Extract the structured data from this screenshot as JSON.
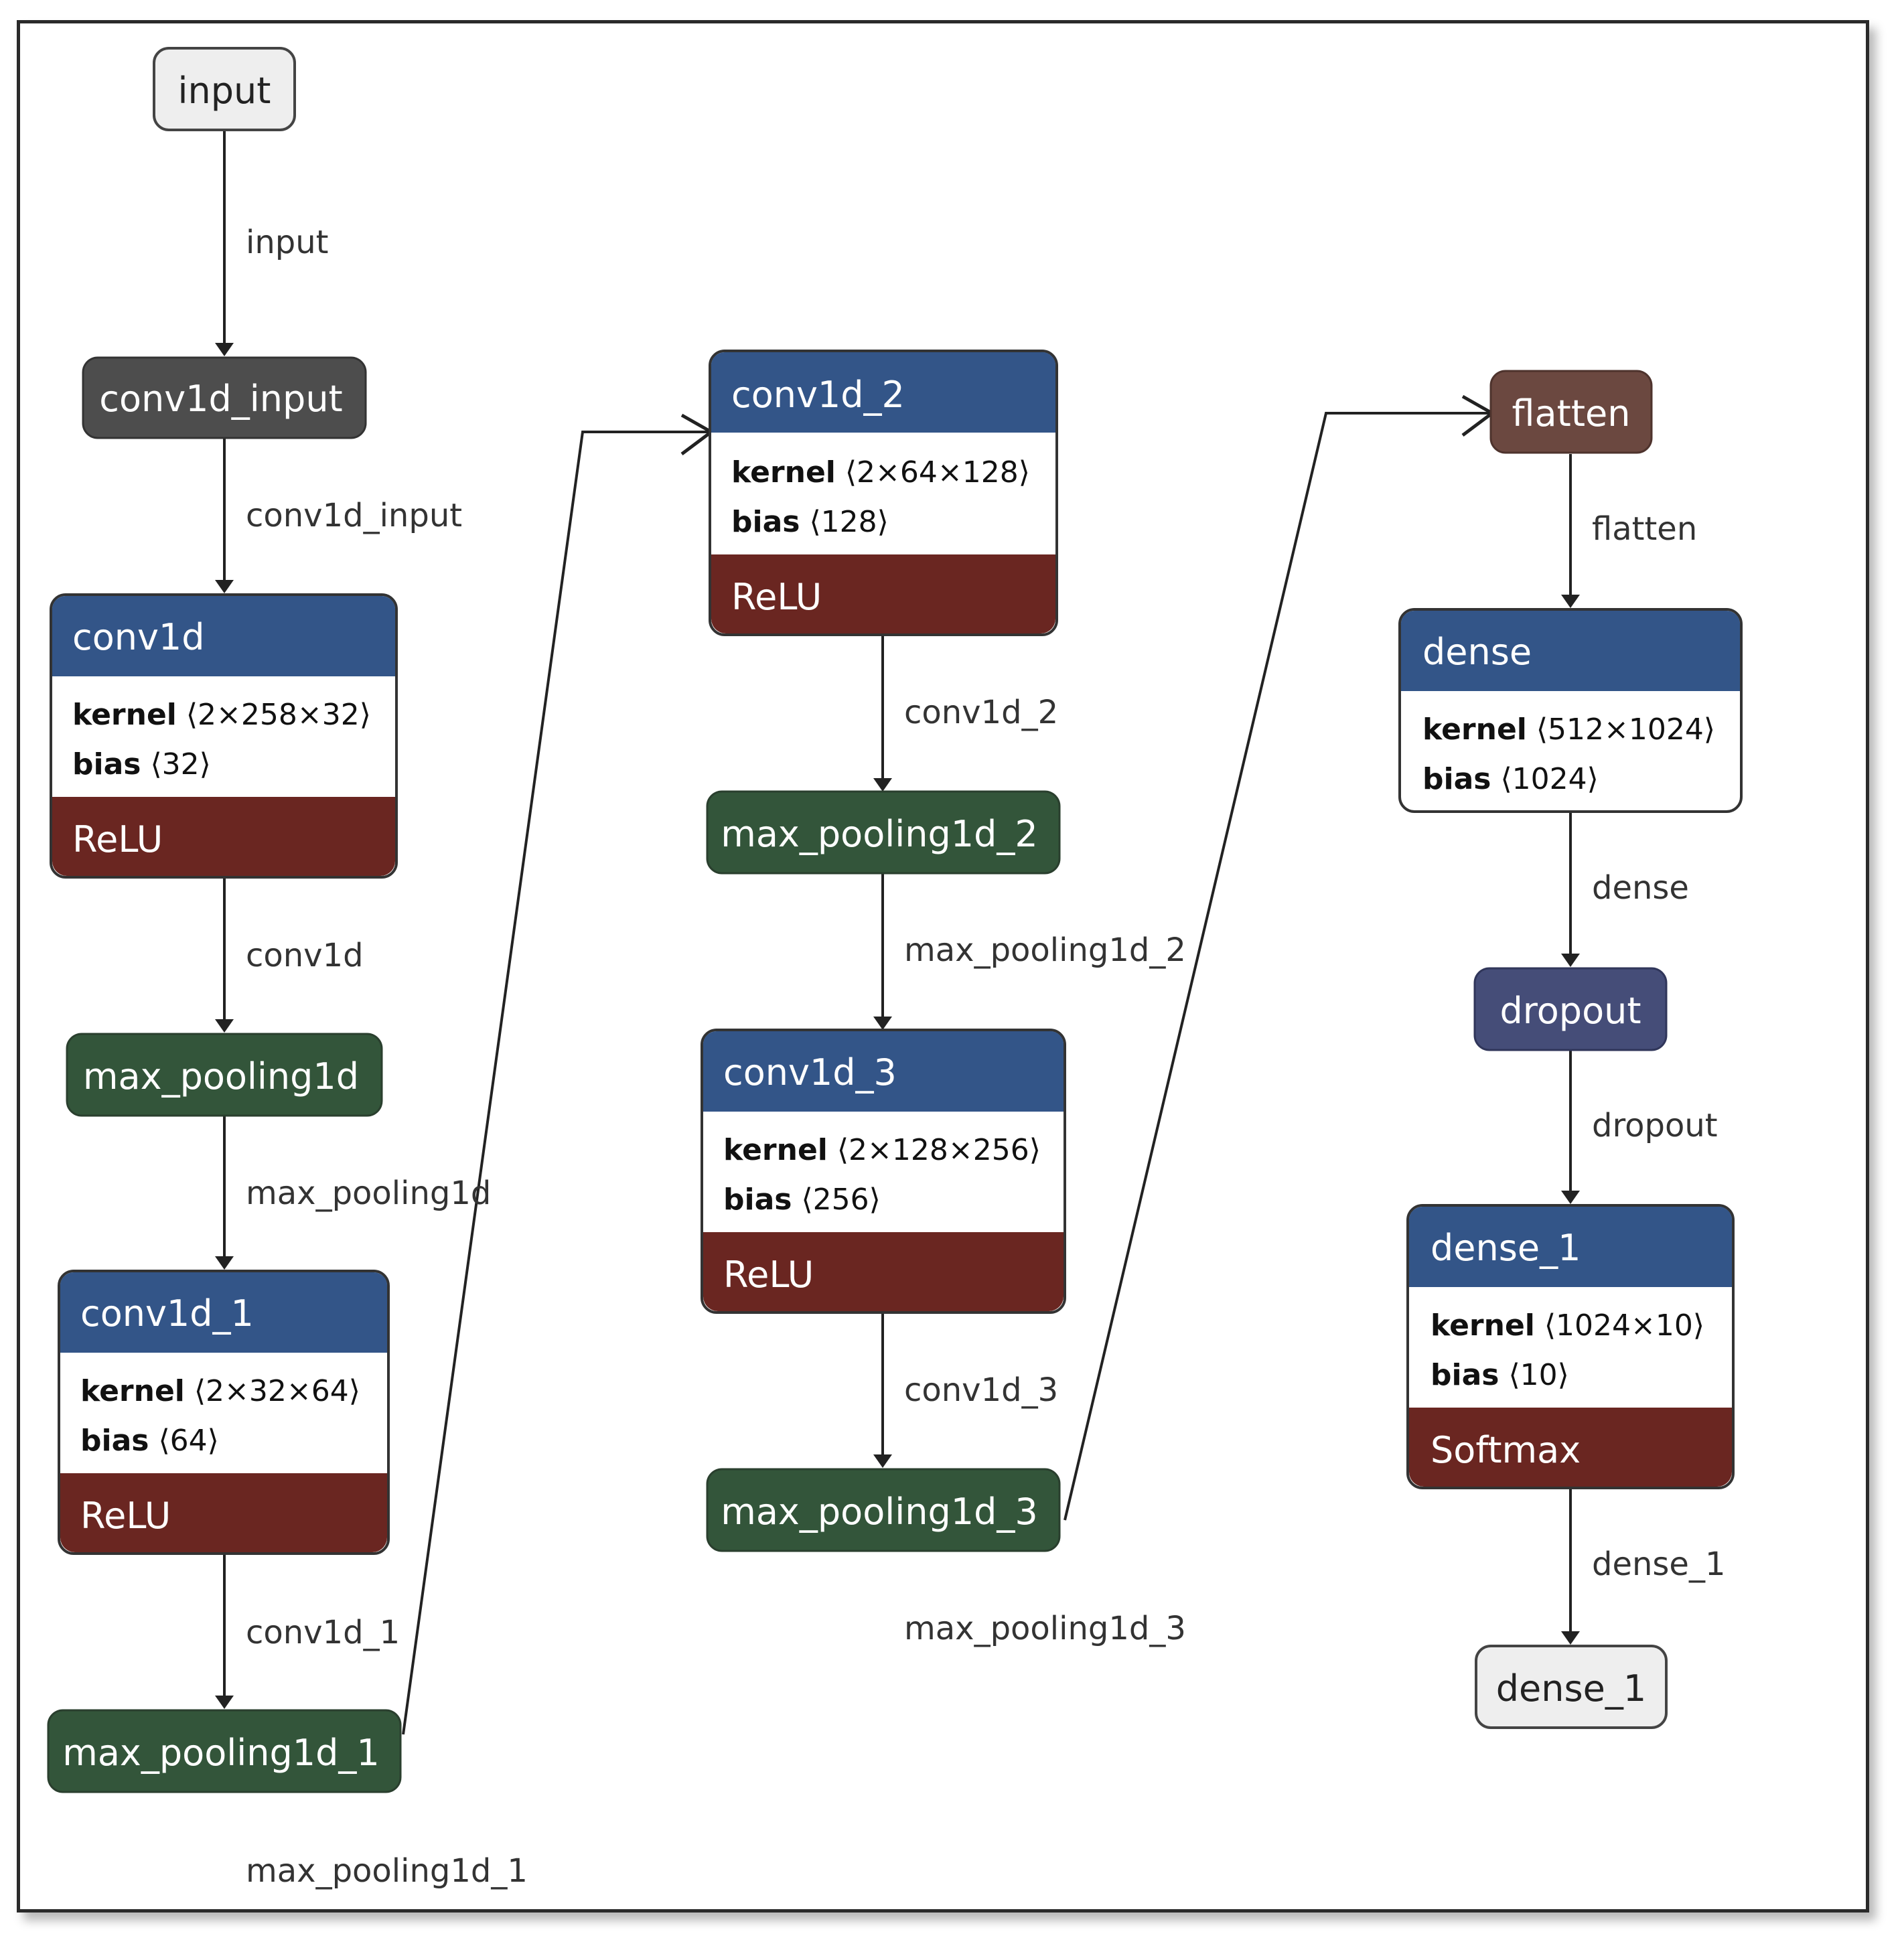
{
  "colors": {
    "io_fill": "#eeeeee",
    "io_text": "#222222",
    "input_layer": "#4d4d4d",
    "layer_header": "#335588",
    "activation": "#6a2621",
    "pooling": "#33553a",
    "flatten": "#6b4840",
    "dropout": "#454d78",
    "edge": "#222222"
  },
  "nodes": {
    "input": {
      "label": "input"
    },
    "conv1d_input": {
      "label": "conv1d_input"
    },
    "conv1d": {
      "label": "conv1d",
      "kernel_key": "kernel",
      "kernel_val": "⟨2×258×32⟩",
      "bias_key": "bias",
      "bias_val": "⟨32⟩",
      "activation": "ReLU"
    },
    "max_pooling1d": {
      "label": "max_pooling1d"
    },
    "conv1d_1": {
      "label": "conv1d_1",
      "kernel_key": "kernel",
      "kernel_val": "⟨2×32×64⟩",
      "bias_key": "bias",
      "bias_val": "⟨64⟩",
      "activation": "ReLU"
    },
    "max_pooling1d_1": {
      "label": "max_pooling1d_1"
    },
    "conv1d_2": {
      "label": "conv1d_2",
      "kernel_key": "kernel",
      "kernel_val": "⟨2×64×128⟩",
      "bias_key": "bias",
      "bias_val": "⟨128⟩",
      "activation": "ReLU"
    },
    "max_pooling1d_2": {
      "label": "max_pooling1d_2"
    },
    "conv1d_3": {
      "label": "conv1d_3",
      "kernel_key": "kernel",
      "kernel_val": "⟨2×128×256⟩",
      "bias_key": "bias",
      "bias_val": "⟨256⟩",
      "activation": "ReLU"
    },
    "max_pooling1d_3": {
      "label": "max_pooling1d_3"
    },
    "flatten": {
      "label": "flatten"
    },
    "dense": {
      "label": "dense",
      "kernel_key": "kernel",
      "kernel_val": "⟨512×1024⟩",
      "bias_key": "bias",
      "bias_val": "⟨1024⟩"
    },
    "dropout": {
      "label": "dropout"
    },
    "dense_1": {
      "label": "dense_1",
      "kernel_key": "kernel",
      "kernel_val": "⟨1024×10⟩",
      "bias_key": "bias",
      "bias_val": "⟨10⟩",
      "activation": "Softmax"
    },
    "dense_1_out": {
      "label": "dense_1"
    }
  },
  "edges": {
    "e_input": "input",
    "e_conv1d_input": "conv1d_input",
    "e_conv1d": "conv1d",
    "e_max_pooling1d": "max_pooling1d",
    "e_conv1d_1": "conv1d_1",
    "e_max_pooling1d_1": "max_pooling1d_1",
    "e_conv1d_2": "conv1d_2",
    "e_max_pooling1d_2": "max_pooling1d_2",
    "e_conv1d_3": "conv1d_3",
    "e_max_pooling1d_3": "max_pooling1d_3",
    "e_flatten": "flatten",
    "e_dense": "dense",
    "e_dropout": "dropout",
    "e_dense_1": "dense_1"
  }
}
